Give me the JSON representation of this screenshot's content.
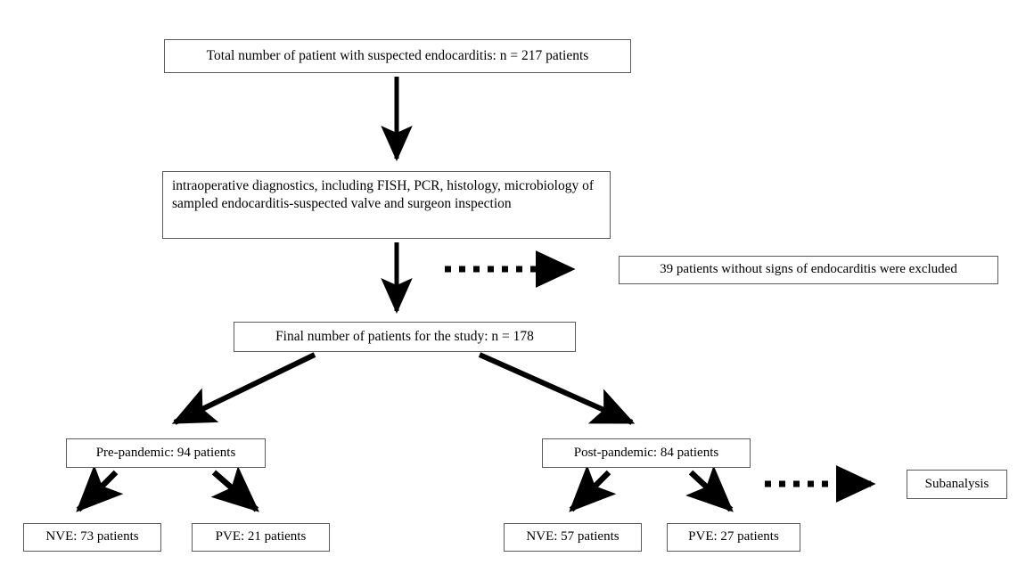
{
  "diagram": {
    "title": "Patient flow diagram for suspected endocarditis study",
    "type": "flowchart",
    "style": {
      "box_border_color": "#5a5a5a",
      "arrow_color": "#000000",
      "background_color": "#ffffff",
      "text_color": "#000000"
    },
    "nodes": [
      {
        "id": "total",
        "label": "Total number of patient with suspected endocarditis: n = 217 patients",
        "count": 217,
        "align": "center"
      },
      {
        "id": "diagnostics",
        "label": "intraoperative diagnostics, including FISH, PCR, histology, microbiology of sampled endocarditis-suspected valve and surgeon inspection",
        "align": "left"
      },
      {
        "id": "excluded",
        "label": "39 patients without signs of endocarditis were excluded",
        "count": 39,
        "align": "center"
      },
      {
        "id": "final",
        "label": "Final number of patients for the study: n = 178",
        "count": 178,
        "align": "center"
      },
      {
        "id": "pre_pandemic",
        "label": "Pre-pandemic: 94 patients",
        "count": 94,
        "align": "center"
      },
      {
        "id": "post_pandemic",
        "label": "Post-pandemic: 84 patients",
        "count": 84,
        "align": "center"
      },
      {
        "id": "nve_pre",
        "label": "NVE: 73 patients",
        "count": 73,
        "align": "center"
      },
      {
        "id": "pve_pre",
        "label": "PVE: 21 patients",
        "count": 21,
        "align": "center"
      },
      {
        "id": "nve_post",
        "label": "NVE: 57 patients",
        "count": 57,
        "align": "center"
      },
      {
        "id": "pve_post",
        "label": "PVE: 27 patients",
        "count": 27,
        "align": "center"
      },
      {
        "id": "subanalysis",
        "label": "Subanalysis",
        "align": "center"
      }
    ],
    "edges": [
      {
        "id": "total-to-diagnostics",
        "from": "total",
        "to": "diagnostics",
        "style": "solid",
        "direction": "down"
      },
      {
        "id": "diagnostics-to-final",
        "from": "diagnostics",
        "to": "final",
        "style": "solid",
        "direction": "down"
      },
      {
        "id": "diagnostics-to-excluded",
        "from": "diagnostics",
        "to": "excluded",
        "style": "dotted",
        "direction": "right"
      },
      {
        "id": "final-to-pre",
        "from": "final",
        "to": "pre_pandemic",
        "style": "solid",
        "direction": "down-left"
      },
      {
        "id": "final-to-post",
        "from": "final",
        "to": "post_pandemic",
        "style": "solid",
        "direction": "down-right"
      },
      {
        "id": "pre-to-nve",
        "from": "pre_pandemic",
        "to": "nve_pre",
        "style": "solid",
        "direction": "down-left"
      },
      {
        "id": "pre-to-pve",
        "from": "pre_pandemic",
        "to": "pve_pre",
        "style": "solid",
        "direction": "down-right"
      },
      {
        "id": "post-to-nve",
        "from": "post_pandemic",
        "to": "nve_post",
        "style": "solid",
        "direction": "down-left"
      },
      {
        "id": "post-to-pve",
        "from": "post_pandemic",
        "to": "pve_post",
        "style": "solid",
        "direction": "down-right"
      },
      {
        "id": "post-to-subanalysis",
        "from": "post_pandemic",
        "to": "subanalysis",
        "style": "dotted",
        "direction": "right"
      }
    ]
  }
}
